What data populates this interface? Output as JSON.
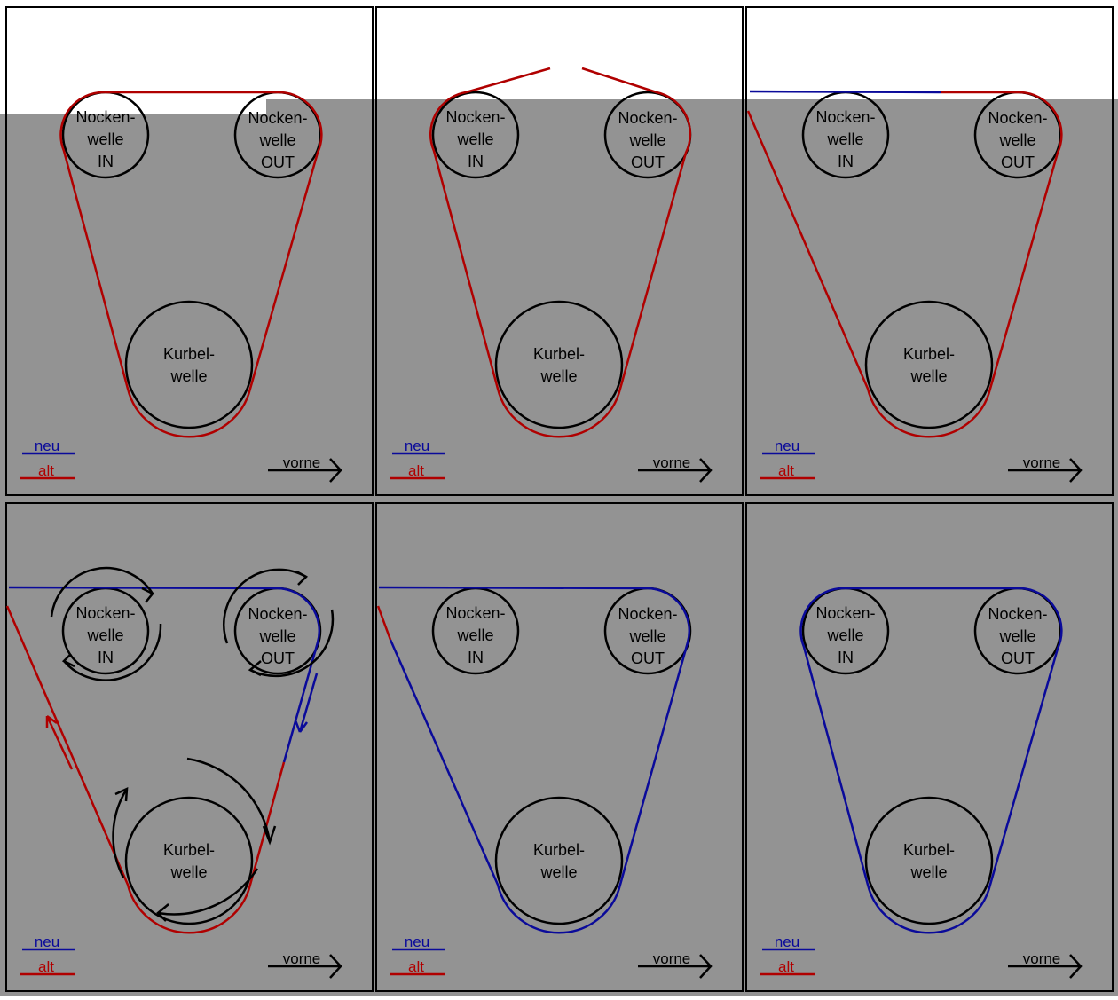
{
  "labels": {
    "cam_in": [
      "Nocken-",
      "welle",
      "IN"
    ],
    "cam_out": [
      "Nocken-",
      "welle",
      "OUT"
    ],
    "crank": [
      "Kurbel-",
      "welle"
    ]
  },
  "legend": {
    "new": "neu",
    "old": "alt",
    "direction": "vorne"
  },
  "colors": {
    "new": "#0a0a9a",
    "old": "#b00000",
    "background": "#939393",
    "pulley": "#000000"
  },
  "panels": [
    {
      "step": 1,
      "state": "old belt fitted"
    },
    {
      "step": 2,
      "state": "old belt cut at top"
    },
    {
      "step": 3,
      "state": "new belt laid over top"
    },
    {
      "step": 4,
      "state": "rotate shafts to feed new belt"
    },
    {
      "step": 5,
      "state": "new belt almost fitted"
    },
    {
      "step": 6,
      "state": "new belt fitted"
    }
  ]
}
